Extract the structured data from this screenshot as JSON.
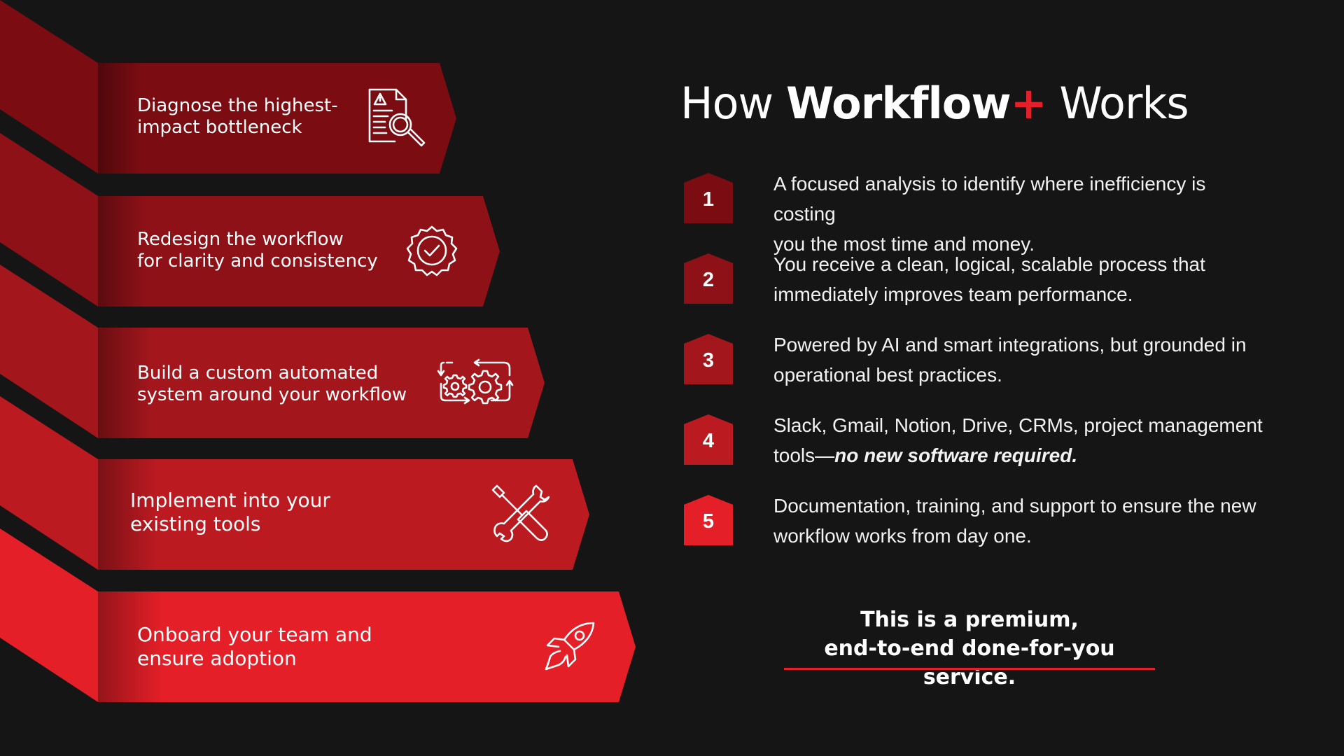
{
  "title": {
    "prefix": "How",
    "brand": "Workflow",
    "brand_mark": "+",
    "suffix": "Works"
  },
  "colors": {
    "background": "#151515",
    "accent": "#e3202a",
    "step_colors": [
      "#7a0c12",
      "#8e1117",
      "#a3161c",
      "#bc1a21",
      "#e51f27"
    ],
    "badge_colors": [
      "#7a0c12",
      "#8e1117",
      "#a3161c",
      "#bc1a21",
      "#e51f27"
    ]
  },
  "steps": [
    {
      "line1": "Diagnose the highest-",
      "line2": "impact bottleneck",
      "icon": "document-search-icon"
    },
    {
      "line1": "Redesign the workflow",
      "line2": "for clarity and consistency",
      "icon": "badge-check-icon"
    },
    {
      "line1": "Build a custom automated",
      "line2": "system around your workflow",
      "icon": "gears-cycle-icon"
    },
    {
      "line1": "Implement into your",
      "line2": "existing tools",
      "icon": "wrench-screwdriver-icon"
    },
    {
      "line1": "Onboard your team and",
      "line2": "ensure adoption",
      "icon": "rocket-icon"
    }
  ],
  "items": [
    {
      "number": "1",
      "line1": "A focused analysis to identify where inefficiency is costing",
      "line2": "you the most time and money."
    },
    {
      "number": "2",
      "line1": "You receive a clean, logical, scalable process that",
      "line2": "immediately improves team performance."
    },
    {
      "number": "3",
      "line1": "Powered by AI and smart integrations, but grounded in",
      "line2": "operational best practices."
    },
    {
      "number": "4",
      "line1": "Slack, Gmail, Notion, Drive, CRMs, project management",
      "line2_prefix": "tools—",
      "line2_emphasis": "no new software required."
    },
    {
      "number": "5",
      "line1": "Documentation, training, and support to ensure the new",
      "line2": "workflow works from day one."
    }
  ],
  "footer": {
    "line1": "This is a premium,",
    "line2": "end-to-end done-for-you service."
  }
}
